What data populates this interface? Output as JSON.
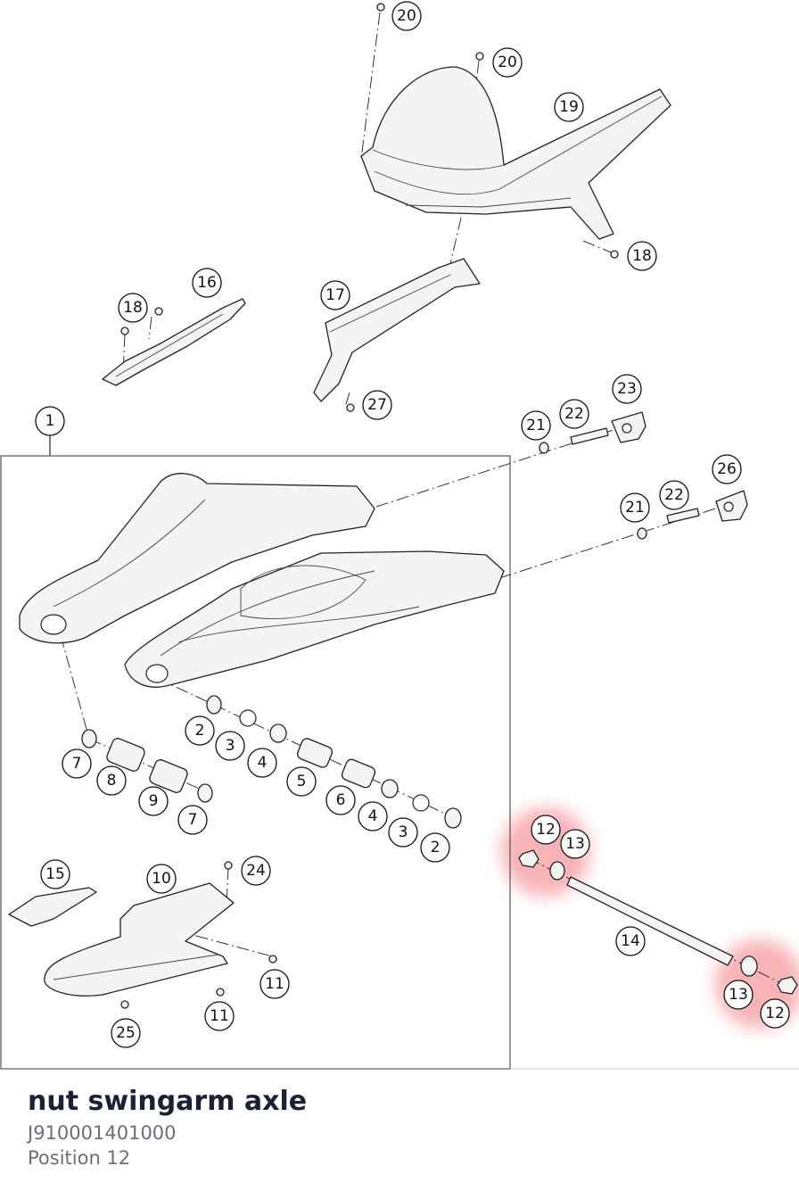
{
  "part": {
    "name": "nut swingarm axle",
    "number": "J910001401000",
    "position": "Position 12"
  },
  "highlight_color": "#f0595f",
  "callouts": {
    "c1": "1",
    "c2a": "2",
    "c2b": "2",
    "c3a": "3",
    "c3b": "3",
    "c4a": "4",
    "c4b": "4",
    "c5": "5",
    "c6": "6",
    "c7a": "7",
    "c7b": "7",
    "c8": "8",
    "c9": "9",
    "c10": "10",
    "c11a": "11",
    "c11b": "11",
    "c12a": "12",
    "c12b": "12",
    "c13a": "13",
    "c13b": "13",
    "c14": "14",
    "c15": "15",
    "c16": "16",
    "c17": "17",
    "c18a": "18",
    "c18b": "18",
    "c19": "19",
    "c20a": "20",
    "c20b": "20",
    "c21a": "21",
    "c21b": "21",
    "c22a": "22",
    "c22b": "22",
    "c23": "23",
    "c24": "24",
    "c25": "25",
    "c26": "26",
    "c27": "27"
  }
}
